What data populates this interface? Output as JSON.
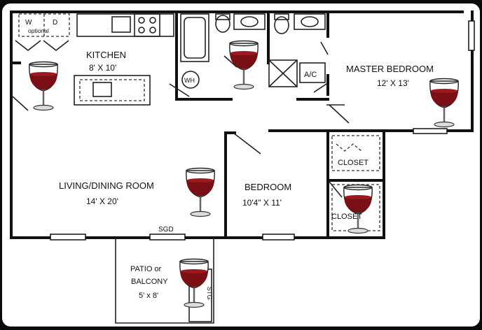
{
  "rooms": {
    "kitchen": {
      "name": "KITCHEN",
      "size": "8' X 10'"
    },
    "master_bedroom": {
      "name": "MASTER BEDROOM",
      "size": "12' X 13'"
    },
    "living_dining": {
      "name": "LIVING/DINING ROOM",
      "size": "14' X 20'"
    },
    "bedroom": {
      "name": "BEDROOM",
      "size": "10'4\" X 11'"
    },
    "patio": {
      "name_line1": "PATIO or",
      "name_line2": "BALCONY",
      "size": "5' x 8'"
    }
  },
  "labels": {
    "washer": "W",
    "dryer": "D",
    "optional": "optional",
    "water_heater": "WH",
    "ac": "A/C",
    "closet_master": "CLOSET",
    "closet_bedroom": "CLOSET",
    "sgd": "SGD",
    "storage": "STG"
  },
  "overlay": {
    "icon": "wine-glass-icon",
    "wine_color": "#7a0f16"
  }
}
